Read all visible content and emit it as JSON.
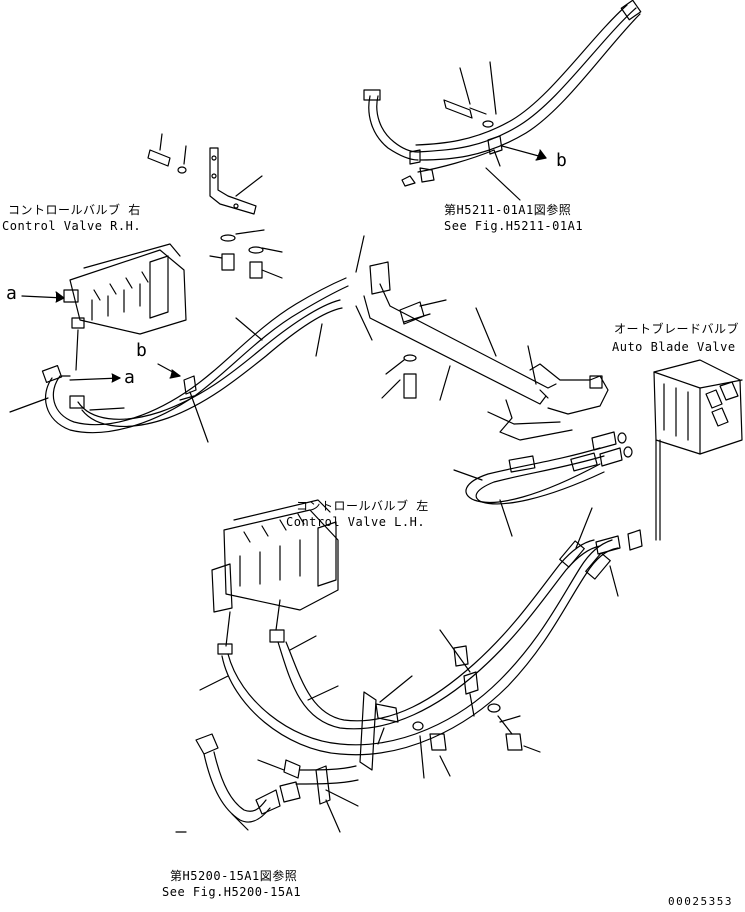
{
  "labels": {
    "rh_jp": "コントロールバルブ 右",
    "rh_en": "Control Valve R.H.",
    "lh_jp": "コントロールバルブ 左",
    "lh_en": "Control Valve L.H.",
    "ab_jp": "オートブレードバルブ",
    "ab_en": "Auto Blade Valve",
    "ref1_jp": "第H5211-01A1図参照",
    "ref1_en": "See Fig.H5211-01A1",
    "ref2_jp": "第H5200-15A1図参照",
    "ref2_en": "See Fig.H5200-15A1",
    "a_left": "a",
    "a_right": "a",
    "b_left": "b",
    "b_right": "b",
    "drawing_no": "00025353"
  }
}
